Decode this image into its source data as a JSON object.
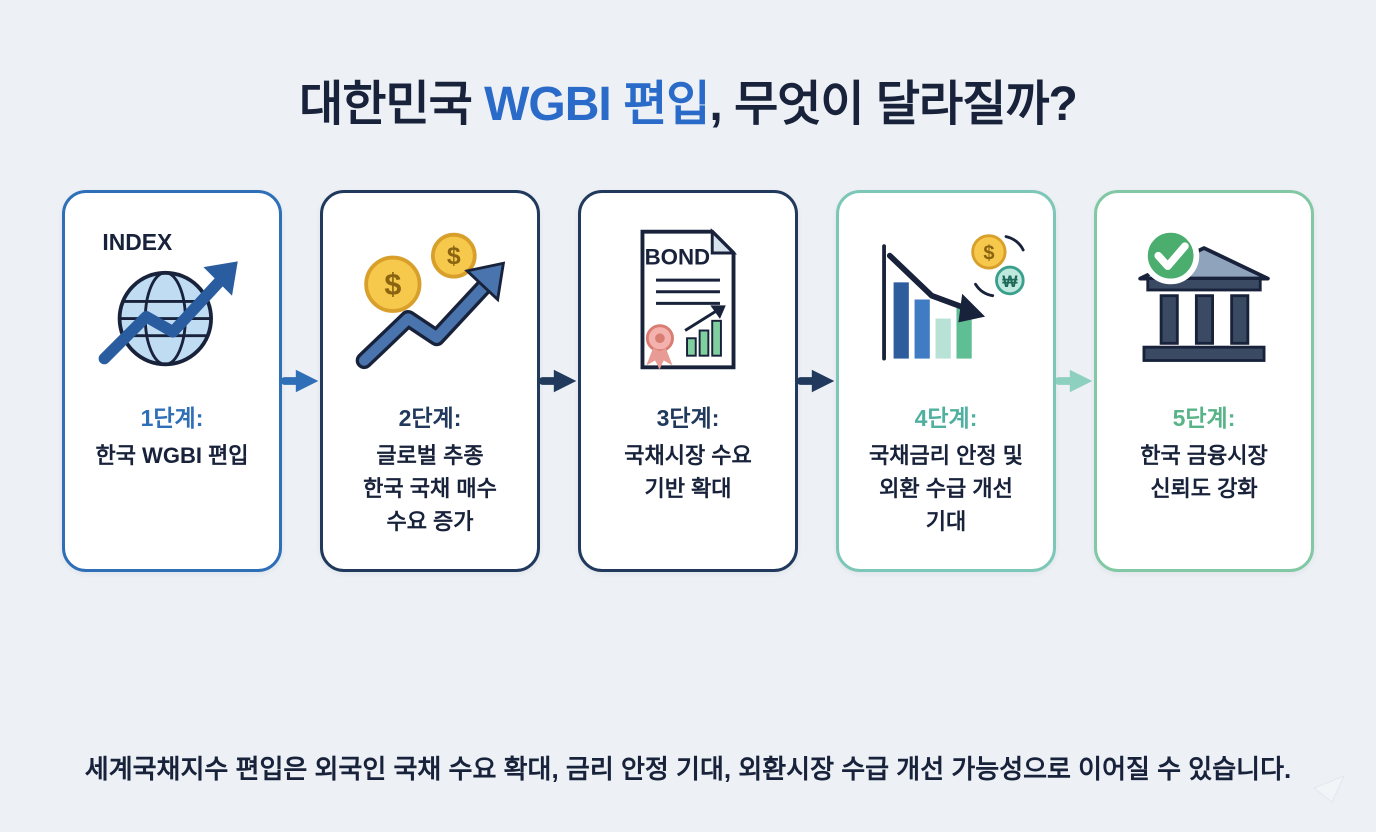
{
  "title": {
    "prefix": "대한민국 ",
    "highlight": "WGBI 편입",
    "suffix": ", 무엇이 달라질까?"
  },
  "colors": {
    "background": "#edf1f5",
    "title_text": "#18223a",
    "title_highlight": "#2a6ac9",
    "card_border_step1": "#2e6fb7",
    "card_border_step2": "#20395c",
    "card_border_step3": "#20395c",
    "card_border_step4": "#7cc7b8",
    "card_border_step5": "#82c8a5",
    "accent_step1": "#2e6fb7",
    "accent_step2": "#20395c",
    "accent_step3": "#20395c",
    "accent_step4": "#4fb0a0",
    "accent_step5": "#59b388"
  },
  "steps": [
    {
      "label": "1단계:",
      "lines": [
        "한국 WGBI 편입"
      ],
      "icon": "globe-index-icon"
    },
    {
      "label": "2단계:",
      "lines": [
        "글로벌 추종",
        "한국 국채 매수",
        "수요 증가"
      ],
      "icon": "coins-growth-icon"
    },
    {
      "label": "3단계:",
      "lines": [
        "국채시장 수요",
        "기반 확대"
      ],
      "icon": "bond-document-icon"
    },
    {
      "label": "4단계:",
      "lines": [
        "국채금리 안정 및",
        "외환 수급 개선",
        "기대"
      ],
      "icon": "rate-stability-exchange-icon"
    },
    {
      "label": "5단계:",
      "lines": [
        "한국 금융시장",
        "신뢰도 강화"
      ],
      "icon": "bank-trust-icon"
    }
  ],
  "icon_texts": {
    "index_label": "INDEX",
    "bond_label": "BOND",
    "dollar_symbol": "$",
    "dollar_symbol_small": "$",
    "exchange_dollar": "$",
    "exchange_won": "₩"
  },
  "footer": "세계국채지수 편입은 외국인 국채 수요 확대, 금리 안정 기대, 외환시장 수급 개선 가능성으로 이어질 수 있습니다."
}
